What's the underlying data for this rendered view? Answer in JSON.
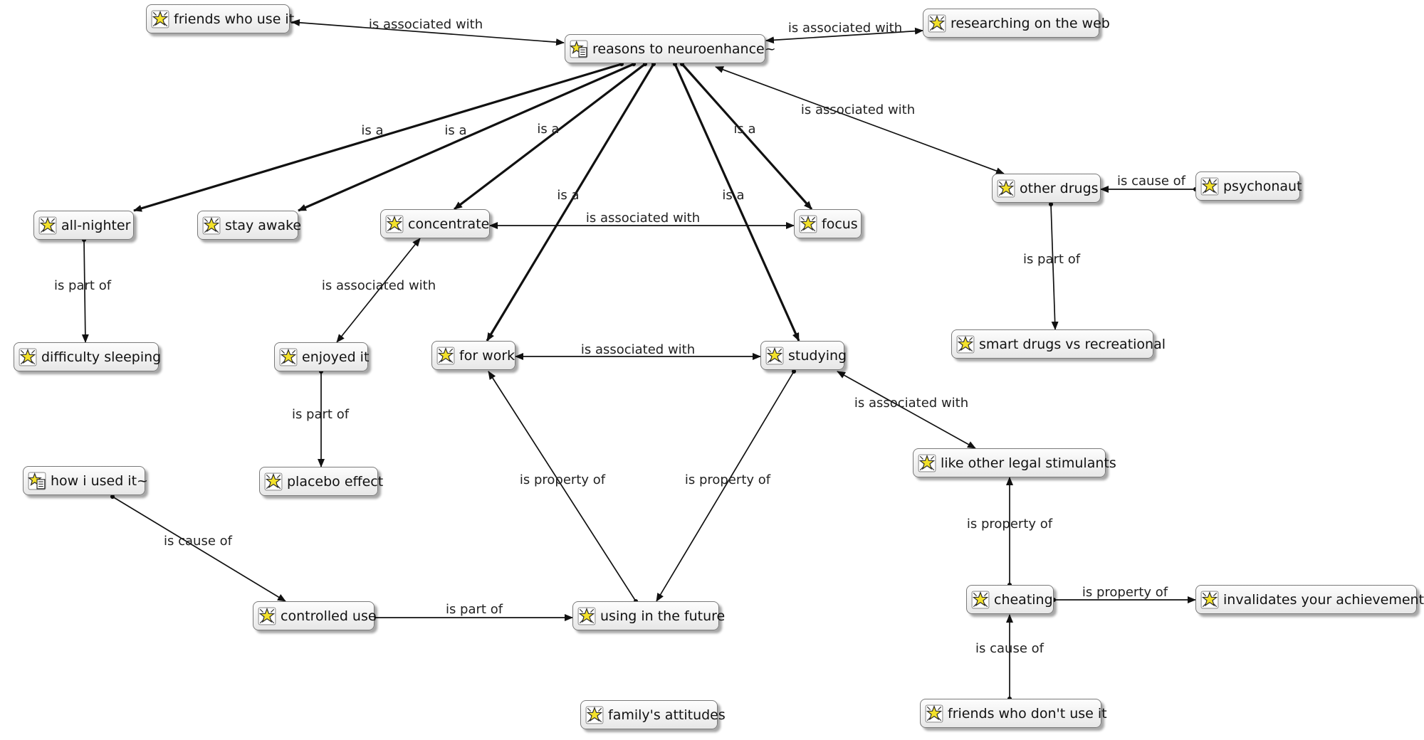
{
  "nodes": [
    {
      "id": "reasons",
      "label": "reasons to neuroenhance~",
      "icon": "concept-map-icon"
    },
    {
      "id": "friends_use",
      "label": "friends who use it",
      "icon": "concept-icon"
    },
    {
      "id": "researching",
      "label": "researching on the web",
      "icon": "concept-icon"
    },
    {
      "id": "all_nighter",
      "label": "all-nighter",
      "icon": "concept-icon"
    },
    {
      "id": "stay_awake",
      "label": "stay awake",
      "icon": "concept-icon"
    },
    {
      "id": "concentrate",
      "label": "concentrate",
      "icon": "concept-icon"
    },
    {
      "id": "focus",
      "label": "focus",
      "icon": "concept-icon"
    },
    {
      "id": "other_drugs",
      "label": "other drugs",
      "icon": "concept-icon"
    },
    {
      "id": "psychonaut",
      "label": "psychonaut",
      "icon": "concept-icon"
    },
    {
      "id": "difficulty_sleeping",
      "label": "difficulty sleeping",
      "icon": "concept-icon"
    },
    {
      "id": "enjoyed_it",
      "label": "enjoyed it",
      "icon": "concept-icon"
    },
    {
      "id": "for_work",
      "label": "for work",
      "icon": "concept-icon"
    },
    {
      "id": "studying",
      "label": "studying",
      "icon": "concept-icon"
    },
    {
      "id": "smart_drugs",
      "label": "smart drugs vs recreational",
      "icon": "concept-icon"
    },
    {
      "id": "placebo",
      "label": "placebo effect",
      "icon": "concept-icon"
    },
    {
      "id": "how_used",
      "label": "how i used it~",
      "icon": "concept-map-icon"
    },
    {
      "id": "like_legal",
      "label": "like other legal stimulants",
      "icon": "concept-icon"
    },
    {
      "id": "controlled_use",
      "label": "controlled use",
      "icon": "concept-icon"
    },
    {
      "id": "using_future",
      "label": "using in the future",
      "icon": "concept-icon"
    },
    {
      "id": "cheating",
      "label": "cheating",
      "icon": "concept-icon"
    },
    {
      "id": "invalidates",
      "label": "invalidates your achievements",
      "icon": "concept-icon"
    },
    {
      "id": "family",
      "label": "family's attitudes",
      "icon": "concept-icon"
    },
    {
      "id": "friends_dont",
      "label": "friends who don't use it",
      "icon": "concept-icon"
    }
  ],
  "edges": [
    {
      "from": "friends_use",
      "to": "reasons",
      "label": "is associated with",
      "bidirectional": true
    },
    {
      "from": "reasons",
      "to": "researching",
      "label": "is associated with",
      "bidirectional": true
    },
    {
      "from": "reasons",
      "to": "all_nighter",
      "label": "is a",
      "bidirectional": false
    },
    {
      "from": "reasons",
      "to": "stay_awake",
      "label": "is a",
      "bidirectional": false
    },
    {
      "from": "reasons",
      "to": "concentrate",
      "label": "is a",
      "bidirectional": false
    },
    {
      "from": "reasons",
      "to": "for_work",
      "label": "is a",
      "bidirectional": false
    },
    {
      "from": "reasons",
      "to": "studying",
      "label": "is a",
      "bidirectional": false
    },
    {
      "from": "reasons",
      "to": "focus",
      "label": "is a",
      "bidirectional": false
    },
    {
      "from": "reasons",
      "to": "other_drugs",
      "label": "is associated with",
      "bidirectional": true
    },
    {
      "from": "psychonaut",
      "to": "other_drugs",
      "label": "is cause of",
      "bidirectional": false
    },
    {
      "from": "other_drugs",
      "to": "smart_drugs",
      "label": "is part of",
      "bidirectional": false
    },
    {
      "from": "concentrate",
      "to": "focus",
      "label": "is associated with",
      "bidirectional": true
    },
    {
      "from": "all_nighter",
      "to": "difficulty_sleeping",
      "label": "is part of",
      "bidirectional": false
    },
    {
      "from": "concentrate",
      "to": "enjoyed_it",
      "label": "is associated with",
      "bidirectional": true
    },
    {
      "from": "enjoyed_it",
      "to": "placebo",
      "label": "is part of",
      "bidirectional": false
    },
    {
      "from": "for_work",
      "to": "studying",
      "label": "is associated with",
      "bidirectional": true
    },
    {
      "from": "using_future",
      "to": "for_work",
      "label": "is property of",
      "bidirectional": false
    },
    {
      "from": "studying",
      "to": "using_future",
      "label": "is property of",
      "bidirectional": false
    },
    {
      "from": "studying",
      "to": "like_legal",
      "label": "is associated with",
      "bidirectional": true
    },
    {
      "from": "how_used",
      "to": "controlled_use",
      "label": "is cause of",
      "bidirectional": false
    },
    {
      "from": "controlled_use",
      "to": "using_future",
      "label": "is part of",
      "bidirectional": false
    },
    {
      "from": "cheating",
      "to": "like_legal",
      "label": "is property of",
      "bidirectional": false
    },
    {
      "from": "cheating",
      "to": "invalidates",
      "label": "is property of",
      "bidirectional": false
    },
    {
      "from": "friends_dont",
      "to": "cheating",
      "label": "is cause of",
      "bidirectional": false
    }
  ]
}
